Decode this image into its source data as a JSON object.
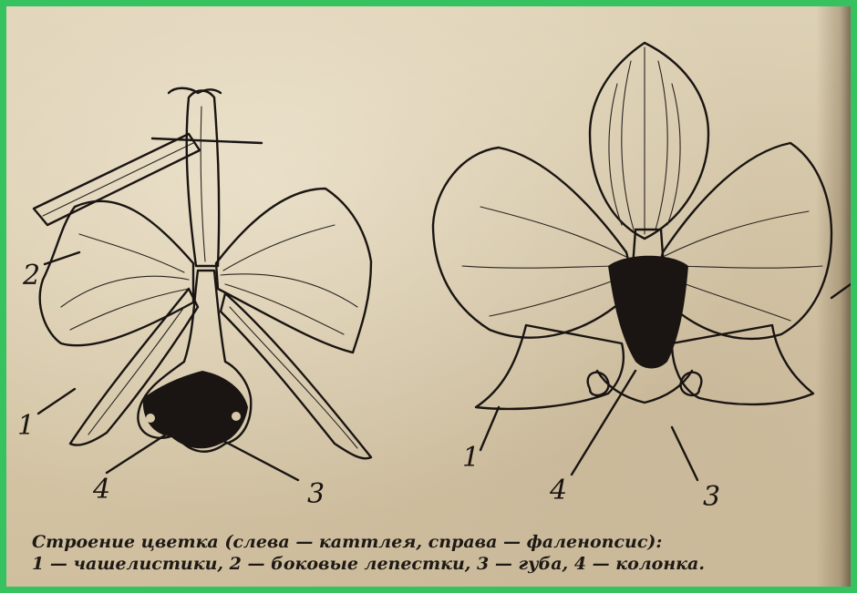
{
  "labels": {
    "left_sepal": "1",
    "left_petal": "2",
    "left_lip": "3",
    "left_column": "4",
    "right_sepal": "1",
    "right_column": "4",
    "right_lip": "3"
  },
  "caption": {
    "line1": "Строение цветка (слева — каттлея, справа — фаленопсис):",
    "line2": "1 — чашелистики, 2 — боковые лепестки, 3 — губа, 4 — колонка."
  }
}
